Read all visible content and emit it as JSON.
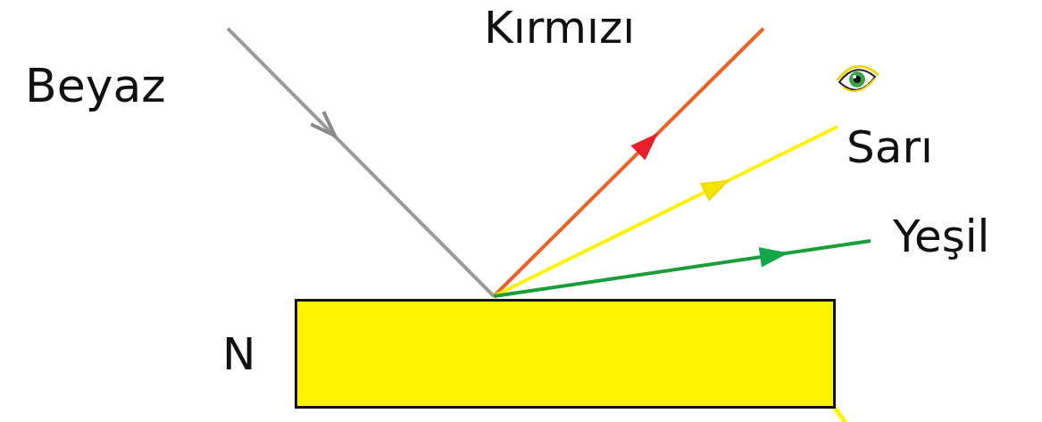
{
  "diagram": {
    "nodes": [
      {
        "text": [
          "N"
        ]
      }
    ],
    "labels": [
      "Beyaz",
      "Kırmızı",
      "Sarı",
      "Yeşil"
    ]
  }
}
